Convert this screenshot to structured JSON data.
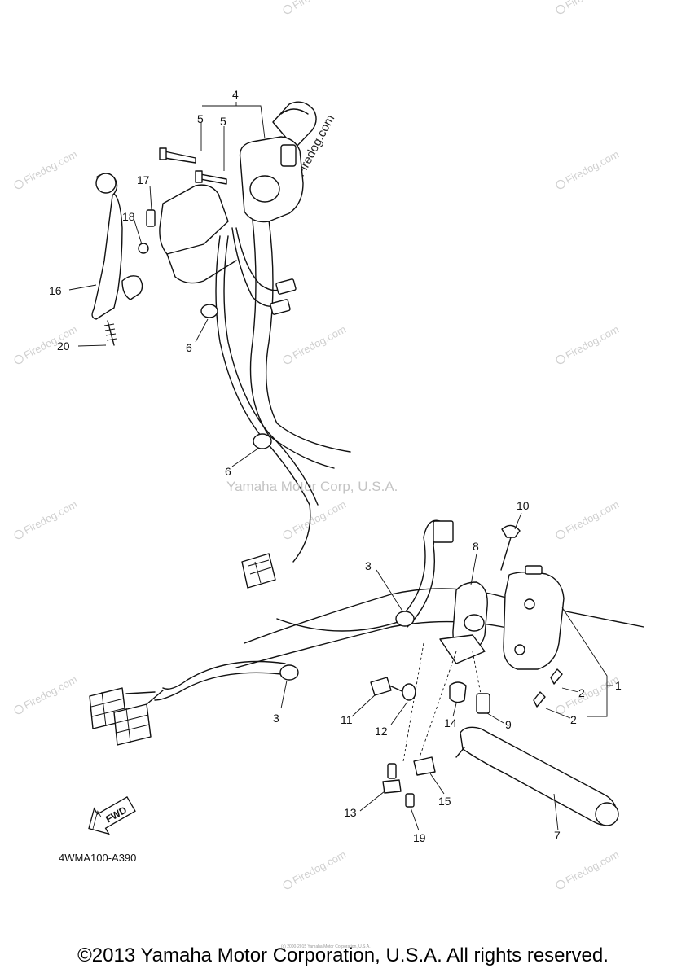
{
  "diagram": {
    "part_code": "4WMA100-A390",
    "fwd_label": "FWD",
    "watermark_center": "Yamaha Motor Corp, U.S.A.",
    "watermark_site": "Firedog.com",
    "tiny_note": "(c) 2000-2015 Yamaha Motor Corporation, U.S.A.",
    "copyright": "©2013 Yamaha Motor Corporation, U.S.A. All rights reserved.",
    "callouts": [
      "1",
      "2",
      "2",
      "3",
      "3",
      "4",
      "5",
      "5",
      "6",
      "6",
      "7",
      "8",
      "9",
      "10",
      "11",
      "12",
      "13",
      "14",
      "15",
      "16",
      "17",
      "18",
      "19",
      "20"
    ]
  }
}
